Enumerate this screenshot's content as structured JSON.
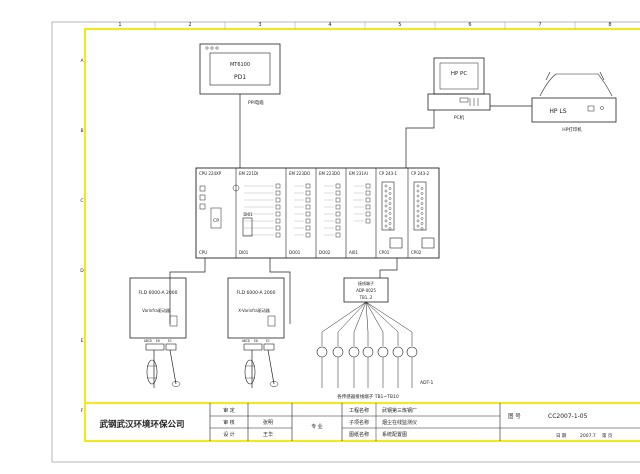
{
  "ruler": [
    "1",
    "2",
    "3",
    "4",
    "5",
    "6",
    "7",
    "8"
  ],
  "ruler_side": [
    "A",
    "B",
    "C",
    "D",
    "E",
    "F"
  ],
  "devices": {
    "hmi": {
      "line1": "MT6100",
      "line2": "PD1",
      "cable": "PPI电缆"
    },
    "hppc": {
      "label": "HP PC",
      "sub": "PC机"
    },
    "hpls": {
      "label": "HP LS",
      "sub": "HP打印机"
    }
  },
  "plc": {
    "modules": [
      {
        "title": "CPU 224XP",
        "tag": "CPU"
      },
      {
        "title": "EM 221DI",
        "tag": "DI01"
      },
      {
        "title": "EM 223DO",
        "tag": "DO01"
      },
      {
        "title": "EM 223DO",
        "tag": "DO02"
      },
      {
        "title": "EM 231AI",
        "tag": "AI01"
      },
      {
        "title": "CP 243-1",
        "tag": "CP01"
      },
      {
        "title": "CP 243-2",
        "tag": "CP02"
      }
    ],
    "cpu_mark": "CP",
    "di_mark": "DI01"
  },
  "drives": [
    {
      "title": "FLD 6000-A 2000",
      "sub": "Varinfra驱动器",
      "labels": [
        "ABCD",
        "E0",
        "E1"
      ]
    },
    {
      "title": "FLD 6000-A 2000",
      "sub": "X-Varinfra驱动器",
      "labels": [
        "ABCD",
        "E0",
        "E1"
      ]
    }
  ],
  "sensor_box": {
    "l1": "接线端子",
    "l2": "ADP-0025",
    "l3": "TB1..2"
  },
  "sensor_caption": "各传感器接线端子 TB1~TB10",
  "sensor_tag": "ADT-1",
  "title_block": {
    "company": "武钢武汉环境环保公司",
    "rows": [
      [
        "审 定",
        ""
      ],
      [
        "审 核",
        "张明"
      ],
      [
        "设 计",
        "王华"
      ]
    ],
    "mid": [
      "专 业",
      ""
    ],
    "project": [
      [
        "工程名称",
        "武钢第三炼钢厂"
      ],
      [
        "子项名称",
        "烟尘在线监测仪"
      ],
      [
        "图纸名称",
        "系统配置图"
      ]
    ],
    "sheet_label": "图 号",
    "sheet_no": "CC2007-1-05",
    "bottom": [
      "",
      "",
      " 日 期",
      "2007.7",
      "第 页"
    ]
  }
}
